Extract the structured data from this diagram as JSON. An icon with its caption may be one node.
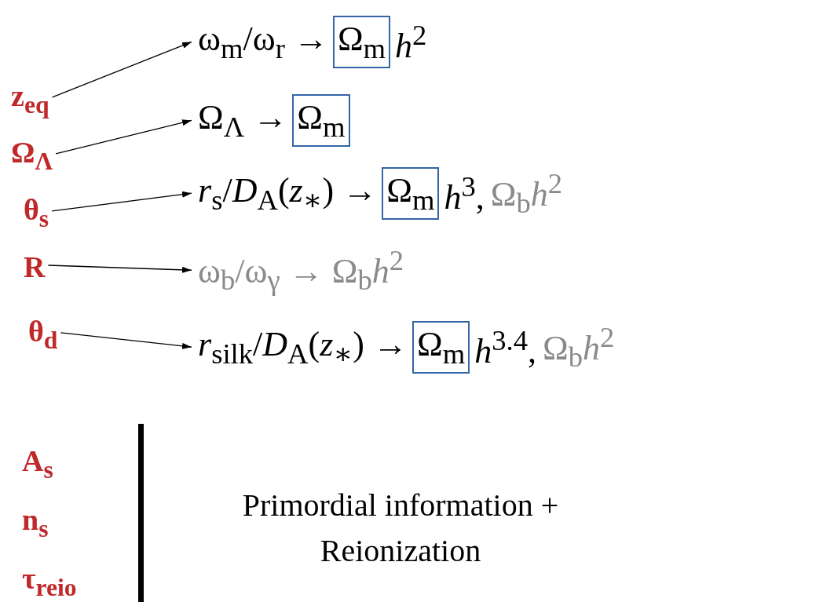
{
  "diagram": {
    "nodes": [
      {
        "text": [
          "z$_{eq}$"
        ]
      },
      {
        "text": [
          "Ω$_{Λ}$"
        ]
      },
      {
        "text": [
          "θ$_{s}$"
        ]
      },
      {
        "text": [
          "R"
        ]
      },
      {
        "text": [
          "θ$_{d}$"
        ]
      },
      {
        "text": [
          "ω$_{m}$/ω$_{r}$ →",
          "*h*$^{2}$"
        ]
      },
      {
        "text": [
          "Ω$_{m}$"
        ],
        "in": 5
      },
      {
        "text": [
          "Ω$_{Λ}$ →"
        ]
      },
      {
        "text": [
          "Ω$_{m}$"
        ],
        "in": 7
      },
      {
        "text": [
          "*r*$_{s}$/*D*$_{A}$(*z*$_{∗}$) →",
          "*h*$^{3}$,",
          "Ω$_{b}$*h*$^{2}$"
        ]
      },
      {
        "text": [
          "Ω$_{m}$"
        ],
        "in": 9
      },
      {
        "text": [
          "ω$_{b}$/ω$_{γ}$ → Ω$_{b}$*h*$^{2}$"
        ]
      },
      {
        "text": [
          "*r*$_{silk}$/*D*$_{A}$(*z*$_{∗}$) →",
          "*h*$^{3.4}$,",
          "Ω$_{b}$*h*$^{2}$"
        ]
      },
      {
        "text": [
          "Ω$_{m}$"
        ],
        "in": 12
      }
    ],
    "edges": [
      {
        "from": 0,
        "to": 5,
        "arrow": "to"
      },
      {
        "from": 1,
        "to": 7,
        "arrow": "to"
      },
      {
        "from": 2,
        "to": 9,
        "arrow": "to"
      },
      {
        "from": 3,
        "to": 11,
        "arrow": "to"
      },
      {
        "from": 4,
        "to": 12,
        "arrow": "to"
      }
    ],
    "labels": [
      "A$_{s}$",
      "n$_{s}$",
      "τ$_{reio}$",
      "Primordial information + Reionization"
    ]
  }
}
